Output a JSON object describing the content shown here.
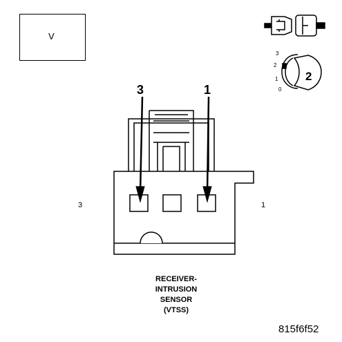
{
  "meter_symbol": "V",
  "terminals": {
    "left_number": "3",
    "right_number": "1",
    "left_side_label": "3",
    "right_side_label": "1"
  },
  "caption_lines": [
    "RECEIVER-",
    "INTRUSION",
    "SENSOR",
    "(VTSS)"
  ],
  "figure_id": "815f6f52",
  "ignition": {
    "key_position": "2",
    "positions": [
      "3",
      "2",
      "1",
      "0"
    ]
  }
}
